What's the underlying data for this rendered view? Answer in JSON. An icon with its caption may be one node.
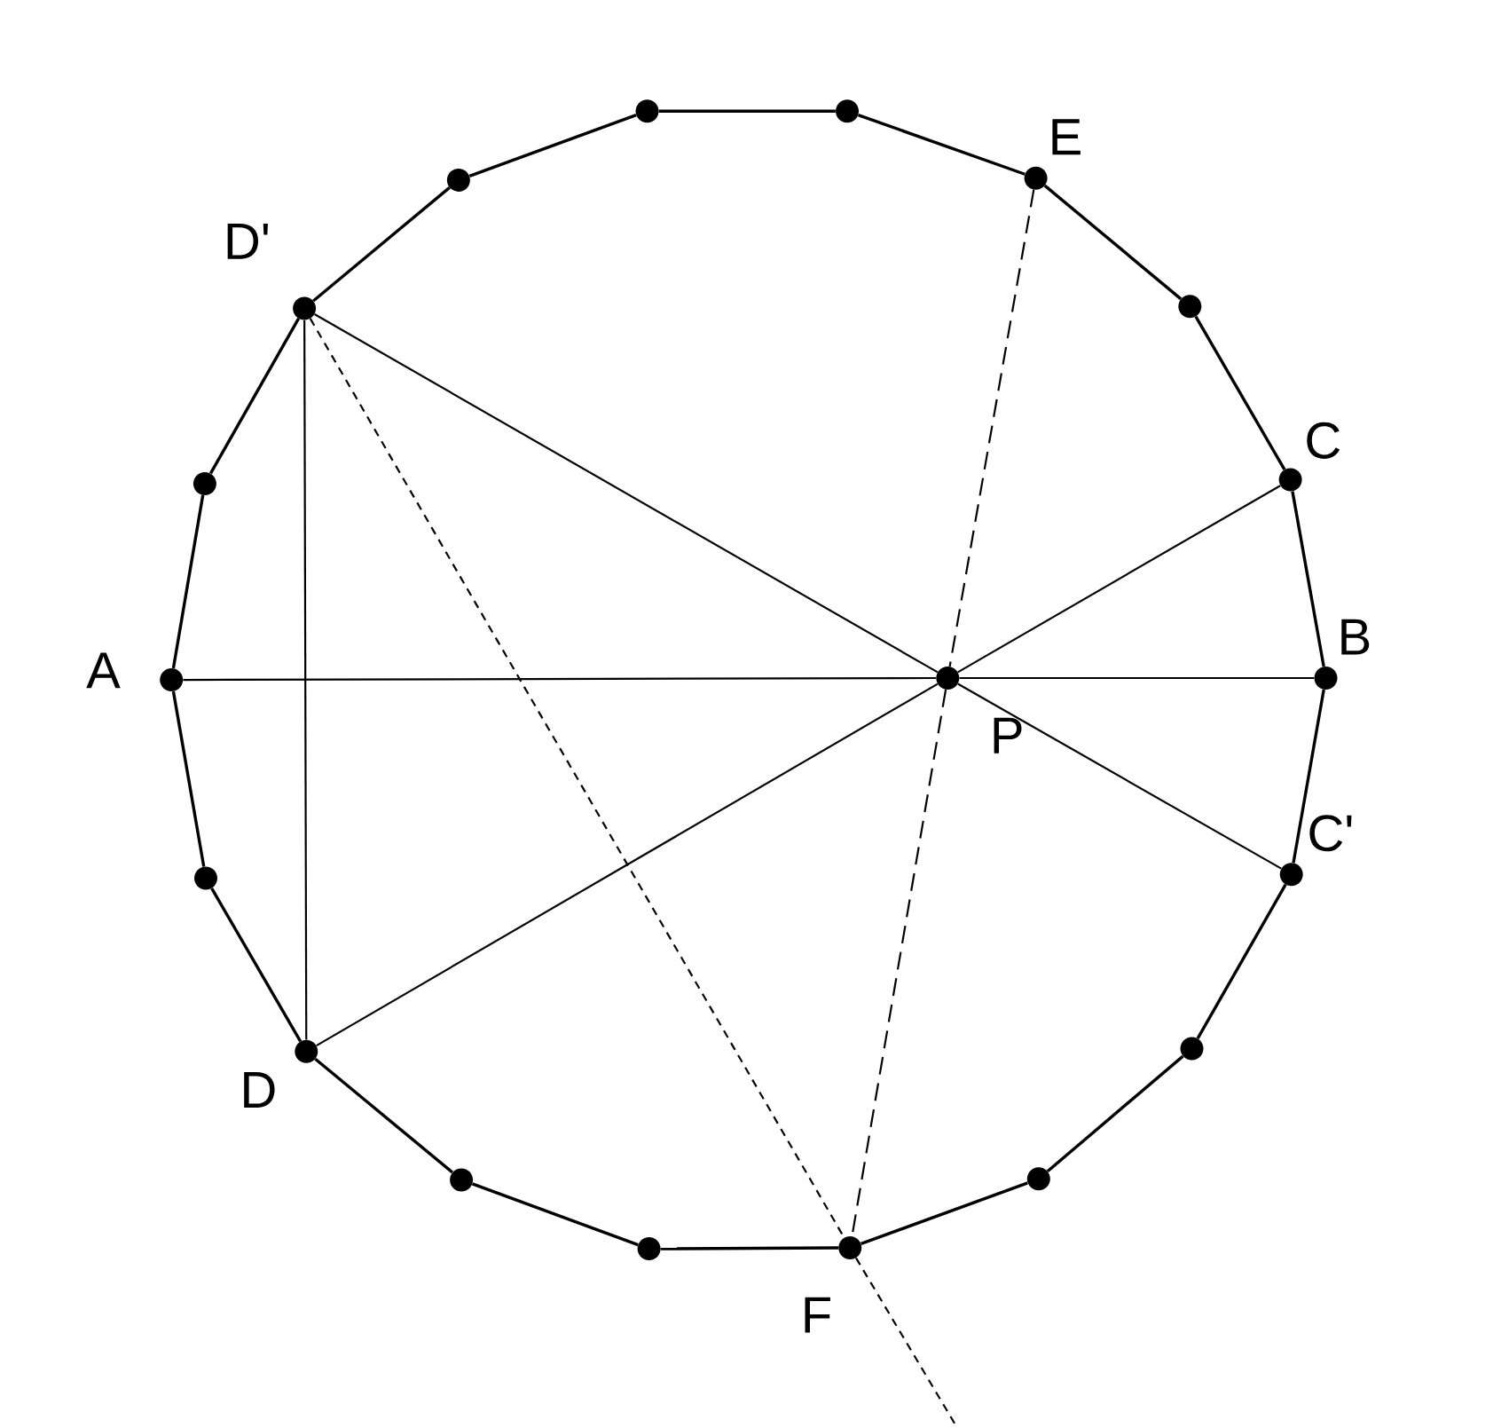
{
  "diagram": {
    "nodes": [
      {
        "text": [],
        "shape": "circle"
      },
      {
        "text": [],
        "shape": "circle"
      },
      {
        "text": [],
        "shape": "circle",
        "beside": [
          "E"
        ]
      },
      {
        "text": [],
        "shape": "circle"
      },
      {
        "text": [],
        "shape": "circle"
      },
      {
        "text": [],
        "shape": "circle",
        "beside": [
          "D'"
        ]
      },
      {
        "text": [],
        "shape": "circle",
        "beside": [
          "C"
        ]
      },
      {
        "text": [],
        "shape": "circle"
      },
      {
        "text": [],
        "shape": "circle",
        "beside": [
          "A"
        ]
      },
      {
        "text": [],
        "shape": "circle",
        "beside": [
          "P"
        ]
      },
      {
        "text": [],
        "shape": "circle",
        "beside": [
          "B"
        ]
      },
      {
        "text": [],
        "shape": "circle",
        "beside": [
          "C'"
        ]
      },
      {
        "text": [],
        "shape": "circle"
      },
      {
        "text": [],
        "shape": "circle"
      },
      {
        "text": [],
        "shape": "circle",
        "beside": [
          "D"
        ]
      },
      {
        "text": [],
        "shape": "circle"
      },
      {
        "text": [],
        "shape": "circle"
      },
      {
        "text": [],
        "shape": "circle",
        "beside": [
          "F"
        ]
      },
      {
        "text": [],
        "shape": "circle"
      }
    ],
    "edges": [
      {
        "from": 0,
        "to": 1,
        "arrow": "none"
      },
      {
        "from": 1,
        "to": 2,
        "arrow": "none"
      },
      {
        "from": 2,
        "to": 4,
        "arrow": "none"
      },
      {
        "from": 4,
        "to": 6,
        "arrow": "none"
      },
      {
        "from": 6,
        "to": 10,
        "arrow": "none"
      },
      {
        "from": 10,
        "to": 11,
        "arrow": "none"
      },
      {
        "from": 11,
        "to": 13,
        "arrow": "none"
      },
      {
        "from": 13,
        "to": 15,
        "arrow": "none"
      },
      {
        "from": 15,
        "to": 17,
        "arrow": "none"
      },
      {
        "from": 17,
        "to": 18,
        "arrow": "none"
      },
      {
        "from": 18,
        "to": 16,
        "arrow": "none"
      },
      {
        "from": 16,
        "to": 14,
        "arrow": "none"
      },
      {
        "from": 14,
        "to": 12,
        "arrow": "none"
      },
      {
        "from": 12,
        "to": 8,
        "arrow": "none"
      },
      {
        "from": 8,
        "to": 7,
        "arrow": "none"
      },
      {
        "from": 7,
        "to": 5,
        "arrow": "none"
      },
      {
        "from": 5,
        "to": 3,
        "arrow": "none"
      },
      {
        "from": 3,
        "to": 0,
        "arrow": "none"
      },
      {
        "from": 8,
        "to": 9,
        "arrow": "none"
      },
      {
        "from": 9,
        "to": 10,
        "arrow": "none"
      },
      {
        "from": 6,
        "to": 9,
        "arrow": "none"
      },
      {
        "from": 9,
        "to": 14,
        "arrow": "none"
      },
      {
        "from": 5,
        "to": 9,
        "arrow": "none"
      },
      {
        "from": 9,
        "to": 11,
        "arrow": "none"
      },
      {
        "from": 5,
        "to": 14,
        "arrow": "none"
      },
      {
        "from": 2,
        "to": 9,
        "arrow": "none",
        "style": "dashed"
      },
      {
        "from": 9,
        "to": 17,
        "arrow": "none",
        "style": "dashed"
      },
      {
        "from": 5,
        "to": 17,
        "arrow": "none",
        "style": "dashed"
      },
      {
        "from": 17,
        "to": null,
        "arrow": "none",
        "style": "dashed"
      }
    ]
  }
}
